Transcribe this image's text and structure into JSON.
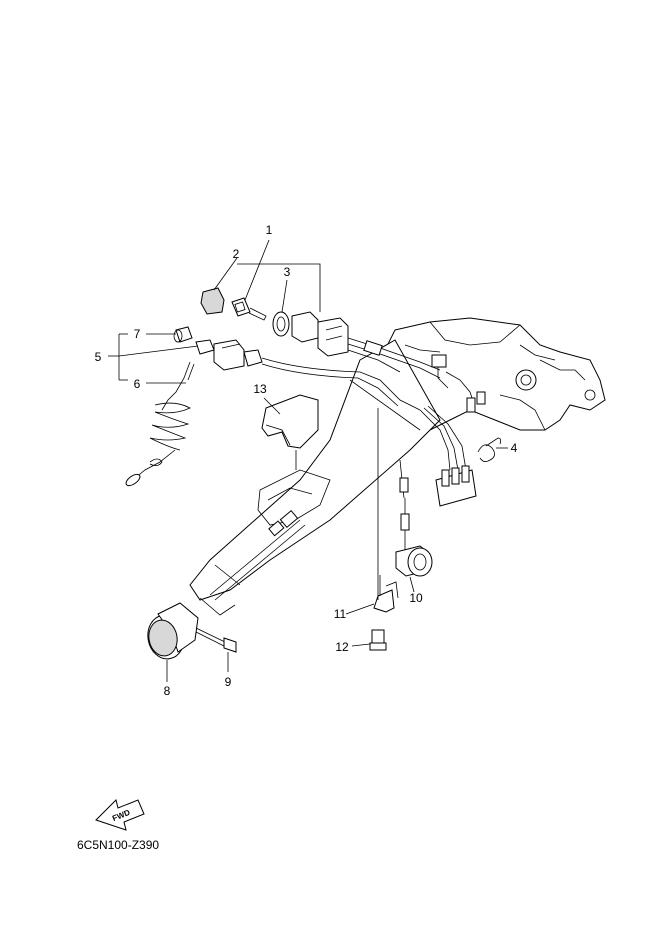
{
  "diagram": {
    "reference_code": "6C5N100-Z390",
    "fwd_label": "FWD",
    "callouts": {
      "c1": "1",
      "c2": "2",
      "c3": "3",
      "c4": "4",
      "c5": "5",
      "c6": "6",
      "c7": "7",
      "c8": "8",
      "c9": "9",
      "c10": "10",
      "c11": "11",
      "c12": "12",
      "c13": "13"
    }
  }
}
